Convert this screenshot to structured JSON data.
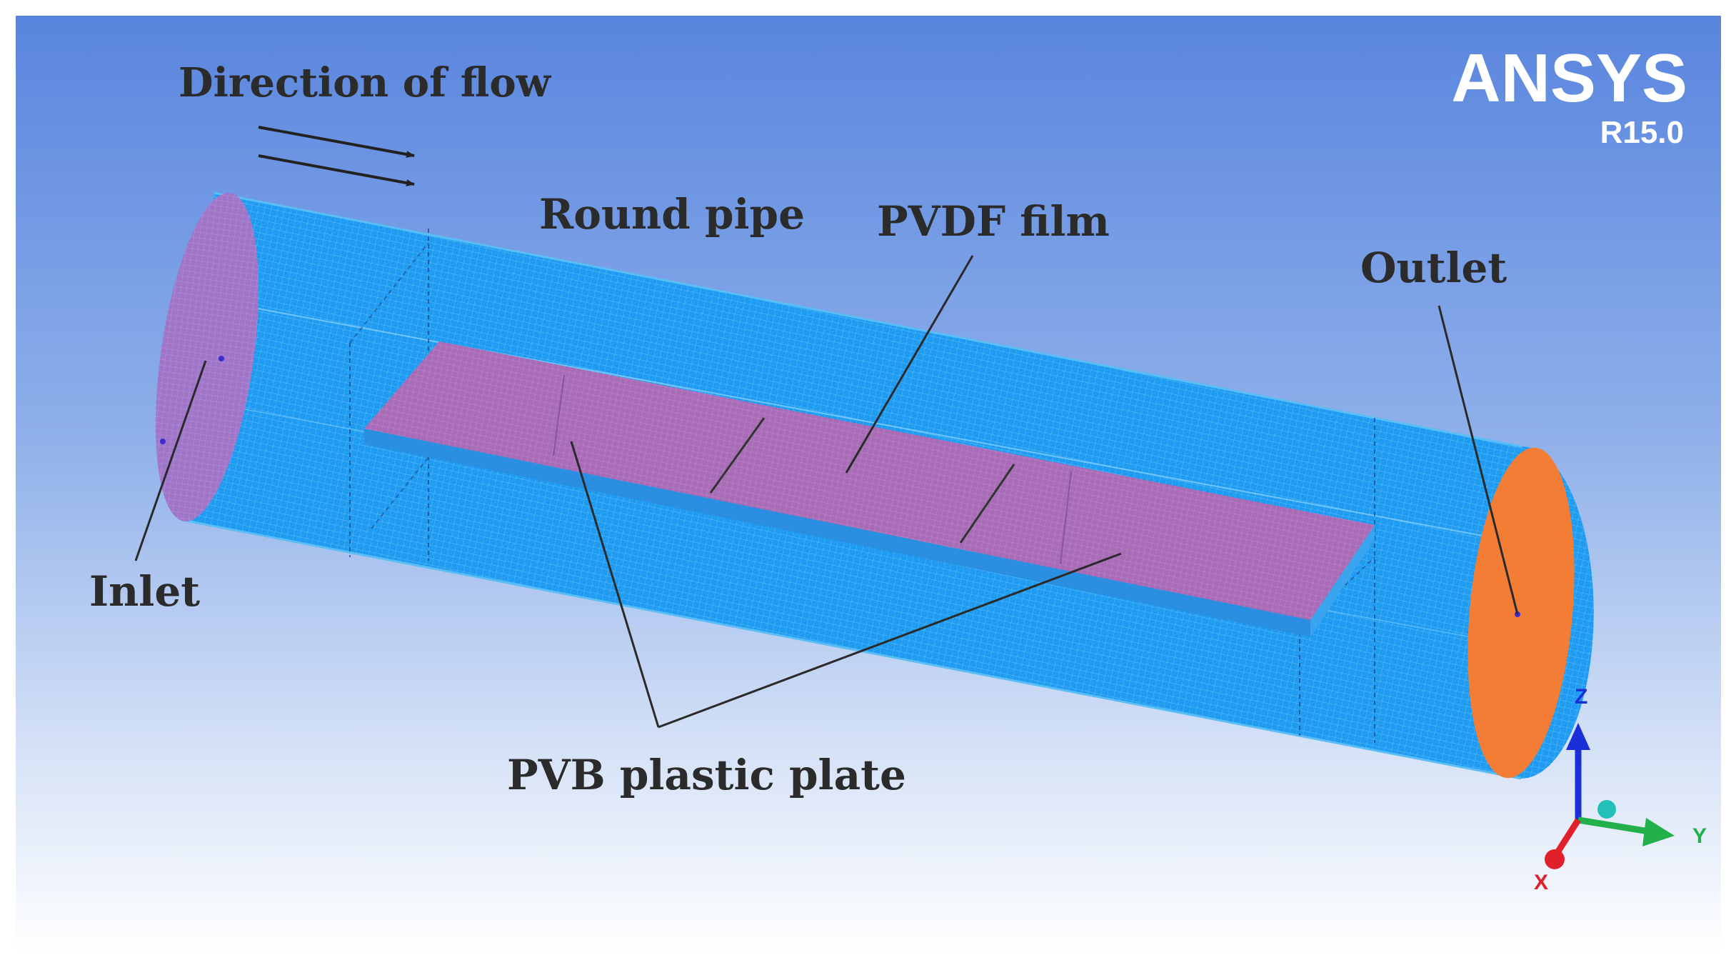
{
  "labels": {
    "direction_of_flow": "Direction of flow",
    "round_pipe": "Round pipe",
    "pvdf_film": "PVDF  film",
    "outlet": "Outlet",
    "inlet": "Inlet",
    "pvb_plastic_plate": "PVB  plastic  plate"
  },
  "logo": {
    "name": "ANSYS",
    "version": "R15.0"
  },
  "triad": {
    "z": "Z",
    "y": "Y",
    "x": "X"
  },
  "colors": {
    "background_top": "#5a86df",
    "background_bottom": "#ffffff",
    "pipe_mesh": "#1e9af0",
    "film": "#b06fb4",
    "outlet_face": "#f7813a",
    "inlet_face": "#a777c6",
    "leader_line": "#2a2a2a",
    "axis_z": "#1a2fd8",
    "axis_y": "#22b04a",
    "axis_x": "#e0202a"
  }
}
